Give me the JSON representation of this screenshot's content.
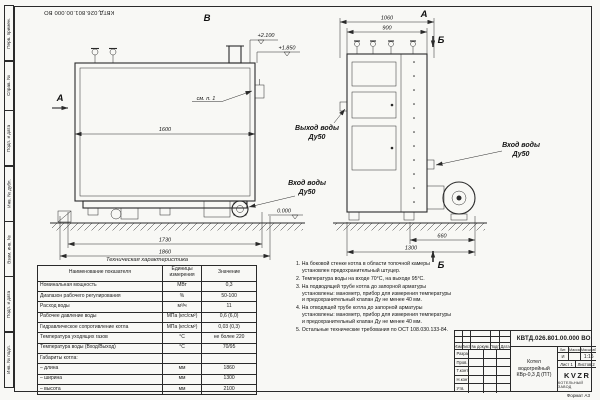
{
  "doc": {
    "code": "КВТД.026.801.00.000 ВО",
    "format": "Формат А3"
  },
  "side_labels": [
    "Перв. примен.",
    "Справ. №",
    "Подп. и дата",
    "Инв. № дубл.",
    "Взам. инв. №",
    "Подп. и дата",
    "Инв. № подл."
  ],
  "views": {
    "front_label": "В",
    "side_label": "А",
    "view_arrow": "А",
    "section_mark": "Б",
    "see_note": "см. п. 1",
    "water_inlet_l1": "Вход воды",
    "water_inlet_l2": "Ду50",
    "water_outlet_l1": "Выход воды",
    "water_outlet_l2": "Ду50"
  },
  "dimensions": {
    "front_width": "1600",
    "front_base": "1730",
    "front_overall": "1860",
    "side_top_overall": "1060",
    "side_top": "900",
    "side_bottom": "660",
    "side_overall": "1300",
    "level_top": "+2.100",
    "level_mid": "+1.850",
    "level_zero": "0.000"
  },
  "spec": {
    "title": "Техническая характеристика",
    "headers": [
      "Наименование показателя",
      "Единицы измерения",
      "Значение"
    ],
    "rows": [
      [
        "Номинальная мощность",
        "МВт",
        "0,3"
      ],
      [
        "Диапазон рабочего регулирования",
        "%",
        "50-100"
      ],
      [
        "Расход воды",
        "м³/ч",
        "11"
      ],
      [
        "Рабочее давление воды",
        "МПа (кгс/см²)",
        "0,6 (6,0)"
      ],
      [
        "Гидравлическое сопротивление котла",
        "МПа (кгс/см²)",
        "0,03 (0,3)"
      ],
      [
        "Температура уходящих газов",
        "°С",
        "не более 220"
      ],
      [
        "Температура воды (Вход/Выход)",
        "°С",
        "70/95"
      ],
      [
        "Габариты котла:",
        "",
        ""
      ],
      [
        "– длина",
        "мм",
        "1860"
      ],
      [
        "– ширина",
        "мм",
        "1300"
      ],
      [
        "– высота",
        "мм",
        "2100"
      ]
    ]
  },
  "notes": [
    "1. На боковой стенке котла в области топочной камеры установлен предохранительный штуцер.",
    "2. Температура воды на входе 70°С, на выходе 95°С.",
    "3. На подводящей трубе котла до запорной арматуры установлены: манометр, прибор для измерения температуры и предохранительный клапан Ду не менее 40 мм.",
    "4. На отводящей трубе котла до запорной арматуры установлены: манометр, прибор для измерения температуры и предохранительный клапан Ду не менее 40 мм.",
    "5. Остальные технические требования по ОСТ 108.030.133-84."
  ],
  "title_block": {
    "code": "КВТД.026.801.00.000 ВО",
    "product_l1": "Котел водогрейный",
    "product_l2": "КВр-0,3 Д (ПТ)",
    "header_cells": [
      "Изм.",
      "Лист",
      "№ докум.",
      "Подп.",
      "Дата"
    ],
    "roles": [
      "Разраб.",
      "Пров.",
      "Т.контр.",
      "Н.контр.",
      "Утв."
    ],
    "lit_header": "Лит.",
    "mass_header": "Масса",
    "scale_header": "Масштаб",
    "lit_value": "И",
    "mass_value": "",
    "scale_value": "1:15",
    "sheet_cell": "Лист 1",
    "sheets_cell": "Листов 2",
    "company_logo": "KVZR",
    "company_name": "КОТЕЛЬНЫЙ ЗАВОД"
  }
}
